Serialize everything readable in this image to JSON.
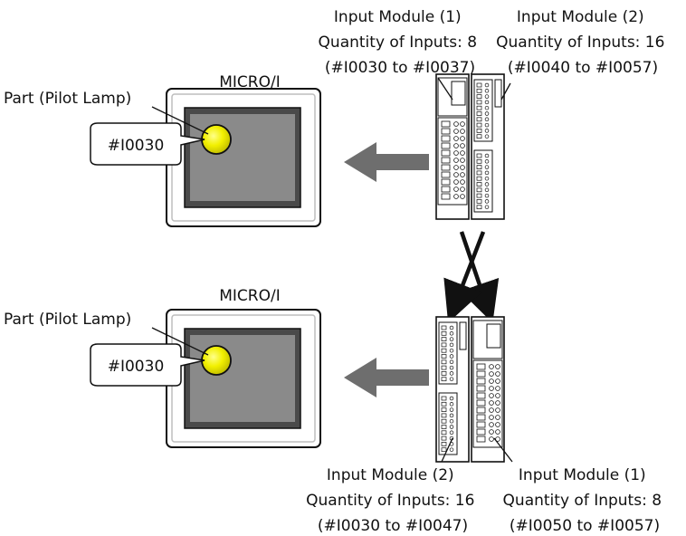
{
  "panels": [
    {
      "device_label": "MICRO/I",
      "part_label": "Part (Pilot Lamp)",
      "address": "#I0030",
      "modules": [
        {
          "lines": [
            "Input Module (1)",
            "Quantity of Inputs: 8",
            "(#I0030 to #I0037)"
          ]
        },
        {
          "lines": [
            "Input Module (2)",
            "Quantity of Inputs: 16",
            "(#I0040 to #I0057)"
          ]
        }
      ]
    },
    {
      "device_label": "MICRO/I",
      "part_label": "Part (Pilot Lamp)",
      "address": "#I0030",
      "modules": [
        {
          "lines": [
            "Input Module (2)",
            "Quantity of Inputs: 16",
            "(#I0030 to #I0047)"
          ]
        },
        {
          "lines": [
            "Input Module (1)",
            "Quantity of Inputs: 8",
            "(#I0050 to #I0057)"
          ]
        }
      ]
    }
  ],
  "colors": {
    "lamp": "#f2f000",
    "screen": "#8a8a8a",
    "arrow": "#6e6e6e",
    "bezel": "#bdbdbd"
  }
}
